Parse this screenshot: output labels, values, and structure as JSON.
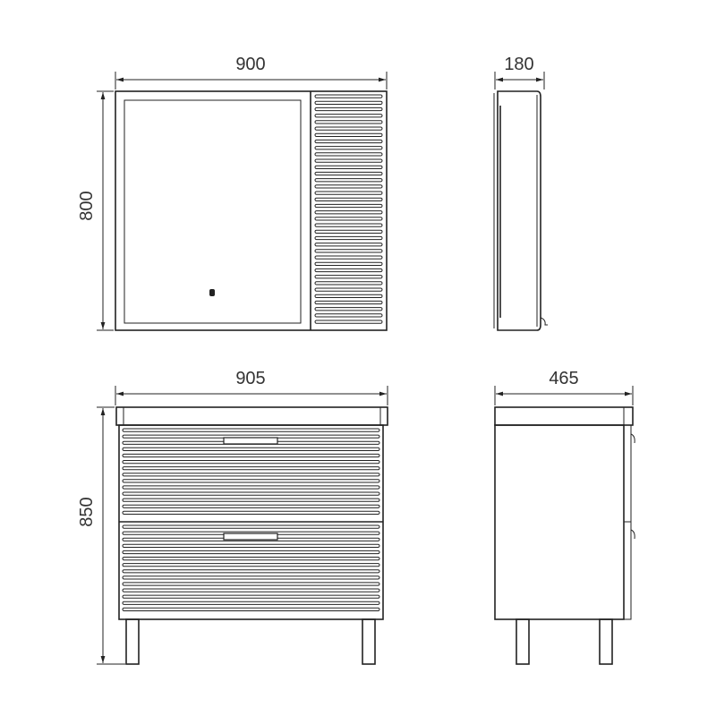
{
  "dimensions": {
    "mirror_width": "900",
    "mirror_height": "800",
    "mirror_depth": "180",
    "vanity_width": "905",
    "vanity_height": "850",
    "vanity_depth": "465"
  },
  "colors": {
    "line": "#222222",
    "background": "#ffffff"
  }
}
